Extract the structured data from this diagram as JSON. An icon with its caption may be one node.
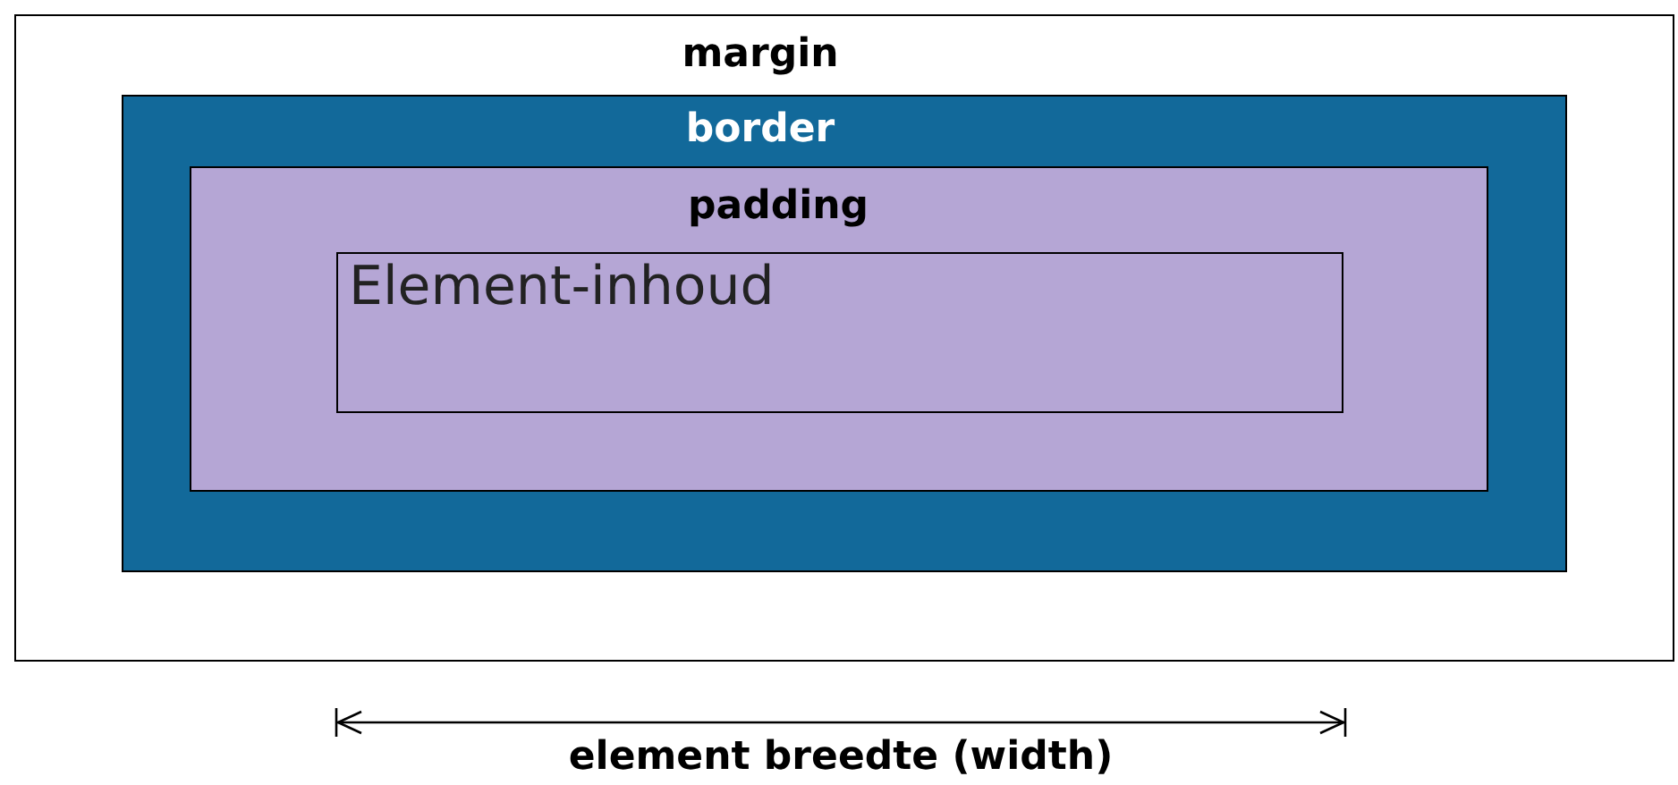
{
  "diagram": {
    "nodes": [
      {
        "text": [
          "margin"
        ]
      },
      {
        "text": [
          "border"
        ],
        "in": 0
      },
      {
        "text": [
          "padding"
        ],
        "in": 1
      },
      {
        "text": [
          "Element-inhoud"
        ],
        "in": 2
      }
    ],
    "labels": [
      "element breedte (width)"
    ]
  }
}
